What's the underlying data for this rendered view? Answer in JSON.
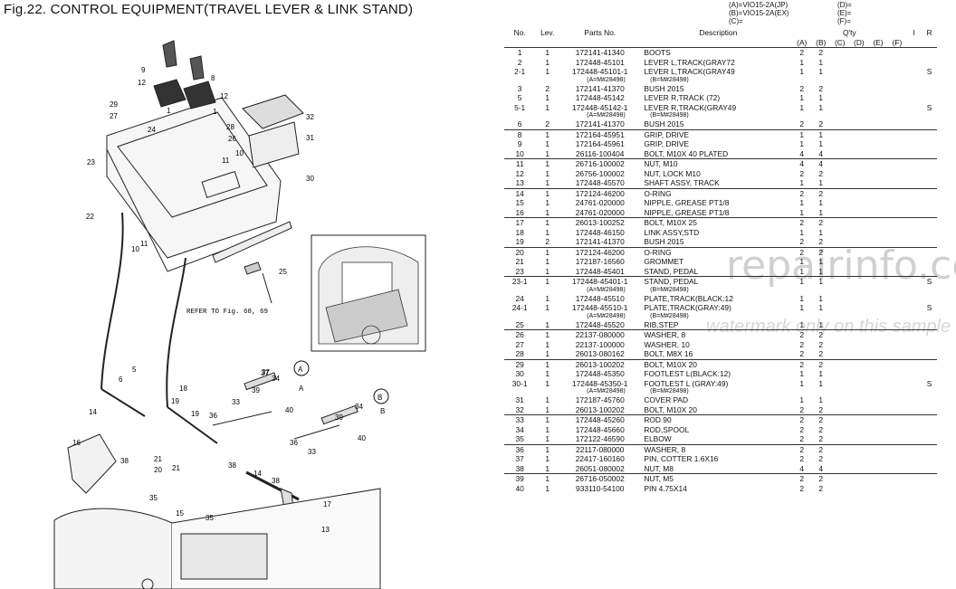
{
  "figure": {
    "title": "Fig.22.  CONTROL EQUIPMENT(TRAVEL LEVER & LINK STAND)"
  },
  "legend": {
    "left": [
      "(A)=VIO15-2A(JP)",
      "(B)=VIO15-2A(EX)",
      "(C)="
    ],
    "right": [
      "(D)=",
      "(E)=",
      "(F)="
    ]
  },
  "table": {
    "headers": {
      "no": "No.",
      "lev": "Lev.",
      "parts_no": "Parts No.",
      "description": "Description",
      "qty": "Q'ty",
      "i": "I",
      "r": "R"
    },
    "qty_cols": [
      "(A)",
      "(B)",
      "(C)",
      "(D)",
      "(E)",
      "(F)"
    ],
    "rows": [
      {
        "no": "1",
        "lev": "1",
        "pn": "172141-41340",
        "desc": "BOOTS",
        "a": "2",
        "b": "2",
        "r": ""
      },
      {
        "no": "2",
        "lev": "1",
        "pn": "172448-45101",
        "desc": "LEVER L,TRACK(GRAY72",
        "a": "1",
        "b": "1",
        "r": ""
      },
      {
        "no": "2-1",
        "lev": "1",
        "pn": "172448-45101-1",
        "desc": "LEVER L,TRACK(GRAY49",
        "a": "1",
        "b": "1",
        "r": "S"
      },
      {
        "note": [
          "(A=M#28498)",
          "(B=M#28498)"
        ]
      },
      {
        "no": "3",
        "lev": "2",
        "pn": "172141-41370",
        "desc": "BUSH 2015",
        "a": "2",
        "b": "2",
        "r": ""
      },
      {
        "no": "5",
        "lev": "1",
        "pn": "172448-45142",
        "desc": "LEVER R,TRACK  (72)",
        "a": "1",
        "b": "1",
        "r": ""
      },
      {
        "no": "5-1",
        "lev": "1",
        "pn": "172448-45142-1",
        "desc": "LEVER R,TRACK(GRAY49",
        "a": "1",
        "b": "1",
        "r": "S"
      },
      {
        "note": [
          "(A=M#28498)",
          "(B=M#28498)"
        ]
      },
      {
        "no": "6",
        "lev": "2",
        "pn": "172141-41370",
        "desc": "BUSH 2015",
        "a": "2",
        "b": "2",
        "r": ""
      },
      {
        "no": "8",
        "lev": "1",
        "pn": "172164-45951",
        "desc": "GRIP, DRIVE",
        "a": "1",
        "b": "1",
        "r": "",
        "sep": true
      },
      {
        "no": "9",
        "lev": "1",
        "pn": "172164-45961",
        "desc": "GRIP, DRIVE",
        "a": "1",
        "b": "1",
        "r": ""
      },
      {
        "no": "10",
        "lev": "1",
        "pn": "26116-100404",
        "desc": "BOLT, M10X 40 PLATED",
        "a": "4",
        "b": "4",
        "r": ""
      },
      {
        "no": "11",
        "lev": "1",
        "pn": "26716-100002",
        "desc": "NUT, M10",
        "a": "4",
        "b": "4",
        "r": "",
        "sep": true
      },
      {
        "no": "12",
        "lev": "1",
        "pn": "26756-100002",
        "desc": "NUT, LOCK M10",
        "a": "2",
        "b": "2",
        "r": ""
      },
      {
        "no": "13",
        "lev": "1",
        "pn": "172448-45570",
        "desc": "SHAFT ASSY, TRACK",
        "a": "1",
        "b": "1",
        "r": ""
      },
      {
        "no": "14",
        "lev": "1",
        "pn": "172124-46200",
        "desc": "O-RING",
        "a": "2",
        "b": "2",
        "r": "",
        "sep": true
      },
      {
        "no": "15",
        "lev": "1",
        "pn": "24761-020000",
        "desc": "NIPPLE, GREASE PT1/8",
        "a": "1",
        "b": "1",
        "r": ""
      },
      {
        "no": "16",
        "lev": "1",
        "pn": "24761-020000",
        "desc": "NIPPLE, GREASE PT1/8",
        "a": "1",
        "b": "1",
        "r": ""
      },
      {
        "no": "17",
        "lev": "1",
        "pn": "26013-100252",
        "desc": "BOLT, M10X 25",
        "a": "2",
        "b": "2",
        "r": "",
        "sep": true
      },
      {
        "no": "18",
        "lev": "1",
        "pn": "172448-46150",
        "desc": "LINK ASSY,STD",
        "a": "1",
        "b": "1",
        "r": ""
      },
      {
        "no": "19",
        "lev": "2",
        "pn": "172141-41370",
        "desc": "BUSH 2015",
        "a": "2",
        "b": "2",
        "r": ""
      },
      {
        "no": "20",
        "lev": "1",
        "pn": "172124-46200",
        "desc": "O-RING",
        "a": "2",
        "b": "2",
        "r": "",
        "sep": true
      },
      {
        "no": "21",
        "lev": "1",
        "pn": "172187-16560",
        "desc": "GROMMET",
        "a": "1",
        "b": "1",
        "r": ""
      },
      {
        "no": "23",
        "lev": "1",
        "pn": "172448-45401",
        "desc": "STAND, PEDAL",
        "a": "1",
        "b": "1",
        "r": ""
      },
      {
        "no": "23-1",
        "lev": "1",
        "pn": "172448-45401-1",
        "desc": "STAND, PEDAL",
        "a": "1",
        "b": "1",
        "r": "S",
        "sep": true
      },
      {
        "note": [
          "(A=M#28498)",
          "(B=M#28498)"
        ]
      },
      {
        "no": "24",
        "lev": "1",
        "pn": "172448-45510",
        "desc": "PLATE,TRACK(BLACK:12",
        "a": "1",
        "b": "1",
        "r": ""
      },
      {
        "no": "24-1",
        "lev": "1",
        "pn": "172448-45510-1",
        "desc": "PLATE,TRACK(GRAY:49)",
        "a": "1",
        "b": "1",
        "r": "S"
      },
      {
        "note": [
          "(A=M#28498)",
          "(B=M#28498)"
        ]
      },
      {
        "no": "25",
        "lev": "1",
        "pn": "172448-45520",
        "desc": "RIB,STEP",
        "a": "1",
        "b": "1",
        "r": ""
      },
      {
        "no": "26",
        "lev": "1",
        "pn": "22137-080000",
        "desc": "WASHER,  8",
        "a": "2",
        "b": "2",
        "r": "",
        "sep": true
      },
      {
        "no": "27",
        "lev": "1",
        "pn": "22137-100000",
        "desc": "WASHER, 10",
        "a": "2",
        "b": "2",
        "r": ""
      },
      {
        "no": "28",
        "lev": "1",
        "pn": "26013-080162",
        "desc": "BOLT, M8X 16",
        "a": "2",
        "b": "2",
        "r": ""
      },
      {
        "no": "29",
        "lev": "1",
        "pn": "26013-100202",
        "desc": "BOLT, M10X 20",
        "a": "2",
        "b": "2",
        "r": "",
        "sep": true
      },
      {
        "no": "30",
        "lev": "1",
        "pn": "172448-45350",
        "desc": "FOOTLEST L(BLACK:12)",
        "a": "1",
        "b": "1",
        "r": ""
      },
      {
        "no": "30-1",
        "lev": "1",
        "pn": "172448-45350-1",
        "desc": "FOOTLEST L (GRAY:49)",
        "a": "1",
        "b": "1",
        "r": "S"
      },
      {
        "note": [
          "(A=M#28498)",
          "(B=M#28498)"
        ]
      },
      {
        "no": "31",
        "lev": "1",
        "pn": "172187-45760",
        "desc": "COVER PAD",
        "a": "1",
        "b": "1",
        "r": ""
      },
      {
        "no": "32",
        "lev": "1",
        "pn": "26013-100202",
        "desc": "BOLT, M10X 20",
        "a": "2",
        "b": "2",
        "r": ""
      },
      {
        "no": "33",
        "lev": "1",
        "pn": "172448-45260",
        "desc": "ROD 90",
        "a": "2",
        "b": "2",
        "r": "",
        "sep": true
      },
      {
        "no": "34",
        "lev": "1",
        "pn": "172448-45660",
        "desc": "ROD,SPOOL",
        "a": "2",
        "b": "2",
        "r": ""
      },
      {
        "no": "35",
        "lev": "1",
        "pn": "172122-46590",
        "desc": "ELBOW",
        "a": "2",
        "b": "2",
        "r": ""
      },
      {
        "no": "36",
        "lev": "1",
        "pn": "22117-080000",
        "desc": "WASHER,  8",
        "a": "2",
        "b": "2",
        "r": "",
        "sep": true
      },
      {
        "no": "37",
        "lev": "1",
        "pn": "22417-160160",
        "desc": "PIN, COTTER 1.6X16",
        "a": "2",
        "b": "2",
        "r": ""
      },
      {
        "no": "38",
        "lev": "1",
        "pn": "26051-080002",
        "desc": "NUT, M8",
        "a": "4",
        "b": "4",
        "r": ""
      },
      {
        "no": "39",
        "lev": "1",
        "pn": "26716-050002",
        "desc": "NUT, M5",
        "a": "2",
        "b": "2",
        "r": "",
        "sep": true
      },
      {
        "no": "40",
        "lev": "1",
        "pn": "933110-54100",
        "desc": "PIN 4.75X14",
        "a": "2",
        "b": "2",
        "r": ""
      }
    ]
  },
  "diagram": {
    "refer_text": "REFER TO Fig. 68, 69",
    "circle_labels": [
      "A",
      "B"
    ],
    "callouts": [
      "9",
      "12",
      "8",
      "12",
      "29",
      "27",
      "1",
      "1",
      "32",
      "24",
      "28",
      "26",
      "31",
      "23",
      "11",
      "10",
      "30",
      "22",
      "11",
      "10",
      "25",
      "5",
      "6",
      "14",
      "19",
      "18",
      "19",
      "16",
      "36",
      "33",
      "37",
      "34",
      "39",
      "40",
      "A",
      "38",
      "21",
      "20",
      "21",
      "38",
      "35",
      "15",
      "37",
      "39",
      "34",
      "40",
      "B",
      "36",
      "33",
      "38",
      "14",
      "35",
      "17",
      "13"
    ]
  },
  "watermark": {
    "main": "repairinfo.com",
    "sub": "watermark only on this sample"
  }
}
